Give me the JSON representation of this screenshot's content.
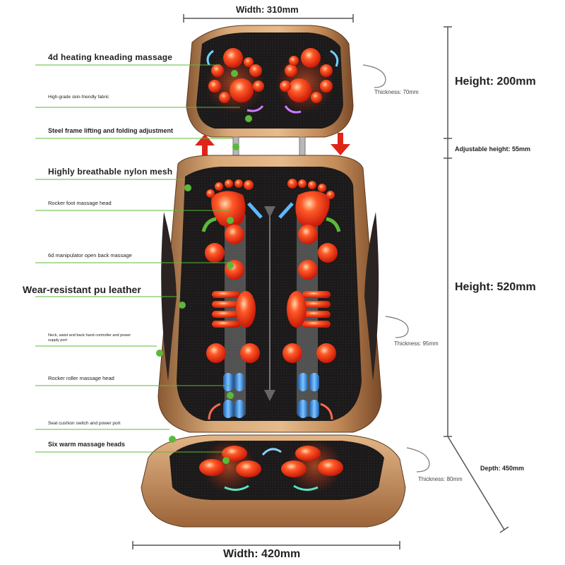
{
  "labels": {
    "heating_kneading": "4d heating kneading massage",
    "skin_friendly_fabric": "High-grade skin-friendly fabric",
    "steel_frame": "Steel frame lifting and folding adjustment",
    "nylon_mesh": "Highly breathable nylon mesh",
    "rocker_foot": "Rocker foot massage head",
    "manipulator_back": "6d manipulator open back massage",
    "pu_leather": "Wear-resistant pu leather",
    "controller_port": "Neck, waist and back hand controller and power supply port",
    "rocker_roller": "Rocker roller massage head",
    "seat_switch": "Seat cushion switch and power port",
    "warm_heads": "Six warm massage heads"
  },
  "dimensions": {
    "top_width": "Width: 310mm",
    "bottom_width": "Width: 420mm",
    "head_height": "Height: 200mm",
    "adjustable_height": "Adjustable height: 55mm",
    "back_height": "Height: 520mm",
    "depth": "Depth: 450mm",
    "head_thickness": "Thickness: 70mm",
    "back_thickness": "Thickness: 95mm",
    "seat_thickness": "Thickness: 80mm"
  },
  "colors": {
    "leather_tan": "#c9925c",
    "black_mesh": "#1c1a1a",
    "glow_red": "#ff3b1e",
    "roller_blue": "#2f8fe0",
    "leader_green": "#5cb83a",
    "arrow_red": "#e02418"
  }
}
